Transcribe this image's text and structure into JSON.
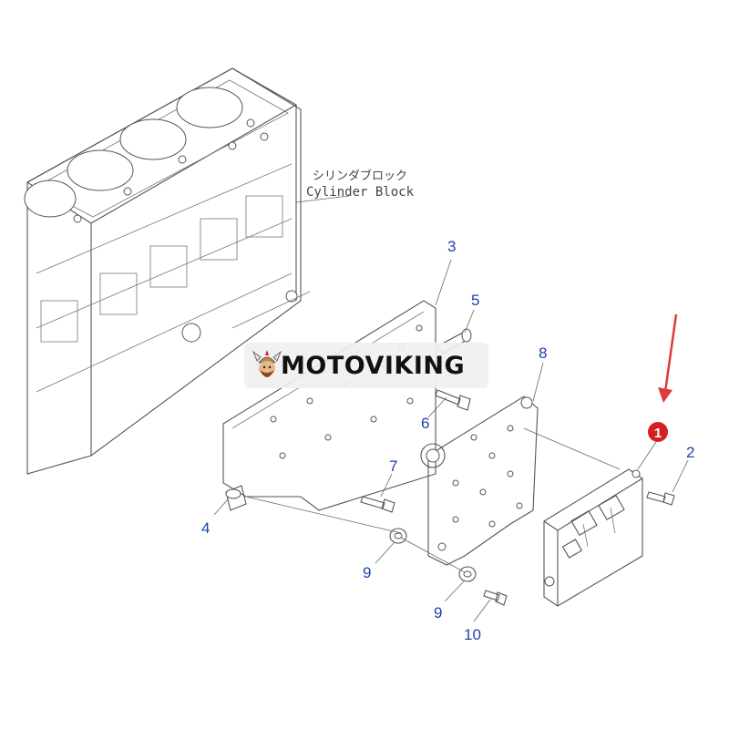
{
  "caption": {
    "japanese": "シリンダブロック",
    "english": "Cylinder Block"
  },
  "brand": {
    "name": "MOTOVIKING"
  },
  "callouts": [
    {
      "id": "c3",
      "label": "3"
    },
    {
      "id": "c5",
      "label": "5"
    },
    {
      "id": "c8",
      "label": "8"
    },
    {
      "id": "c6",
      "label": "6"
    },
    {
      "id": "c1",
      "label": "1",
      "highlight": true
    },
    {
      "id": "c2",
      "label": "2"
    },
    {
      "id": "c7",
      "label": "7"
    },
    {
      "id": "c4",
      "label": "4"
    },
    {
      "id": "c9a",
      "label": "9"
    },
    {
      "id": "c9b",
      "label": "9"
    },
    {
      "id": "c10",
      "label": "10"
    }
  ],
  "colors": {
    "callout": "#1f3fb0",
    "highlight": "#d42020",
    "arrow": "#e03a3a"
  }
}
